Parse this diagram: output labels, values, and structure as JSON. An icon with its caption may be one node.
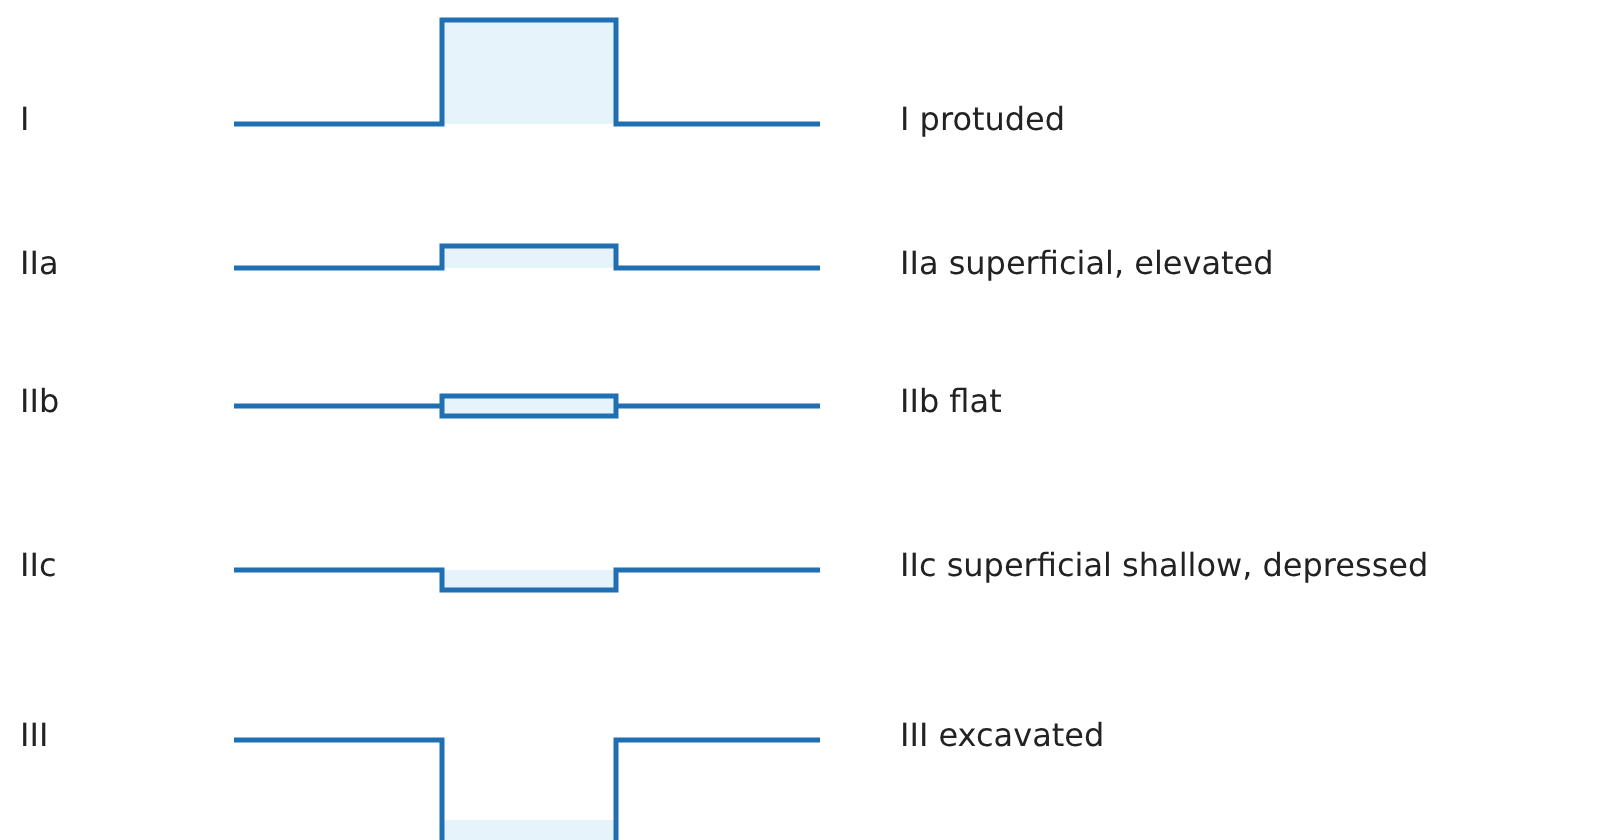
{
  "diagram": {
    "labels": [
      "I",
      "I protuded",
      "IIa",
      "IIa superficial, elevated",
      "IIb",
      "IIb flat",
      "IIc",
      "IIc superficial shallow, depressed",
      "III",
      "III excavated"
    ]
  }
}
